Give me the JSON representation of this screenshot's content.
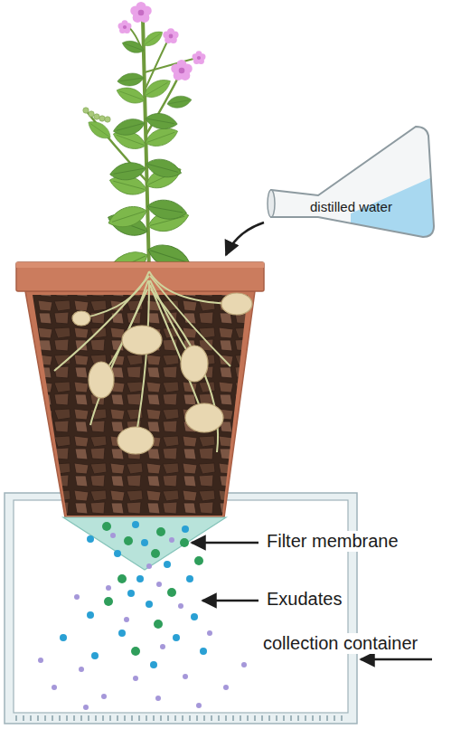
{
  "diagram": {
    "labels": [
      "distilled water",
      "Filter membrane",
      "Exudates",
      "collection container"
    ]
  }
}
